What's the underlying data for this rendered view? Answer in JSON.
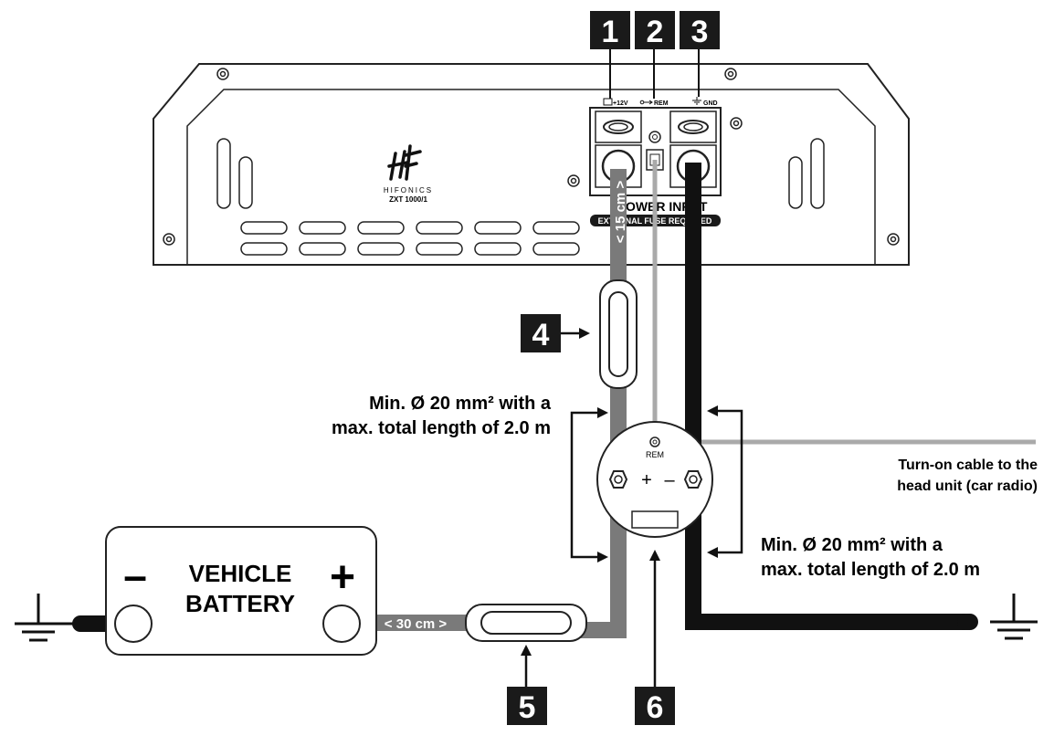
{
  "callouts": [
    "1",
    "2",
    "3",
    "4",
    "5",
    "6"
  ],
  "terminals": {
    "plus12v": "+12V",
    "rem": "REM",
    "gnd": "GND"
  },
  "amplifier": {
    "brand": "HIFONICS",
    "model": "ZXT 1000/1",
    "power_input_label": "POWER INPUT",
    "fuse_label": "EXTERNAL FUSE REQUIRED"
  },
  "cable_length_amp": "< 15 cm >",
  "cable_length_battery": "< 30 cm >",
  "spec_left": {
    "line1": "Min. Ø 20 mm² with a",
    "line2": "max. total length of 2.0 m"
  },
  "spec_right": {
    "line1": "Min. Ø 20 mm² with a",
    "line2": "max. total length of 2.0 m"
  },
  "remote_note": {
    "line1": "Turn-on cable to the",
    "line2": "head unit (car radio)"
  },
  "distribution": {
    "rem": "REM",
    "plus": "+",
    "minus": "–"
  },
  "battery": {
    "line1": "VEHICLE",
    "line2": "BATTERY",
    "minus": "–",
    "plus": "+"
  },
  "colors": {
    "positive_cable": "#7a7a7a",
    "ground_cable": "#111111",
    "remote_cable": "#aaaaaa",
    "label_box": "#1a1a1a"
  }
}
